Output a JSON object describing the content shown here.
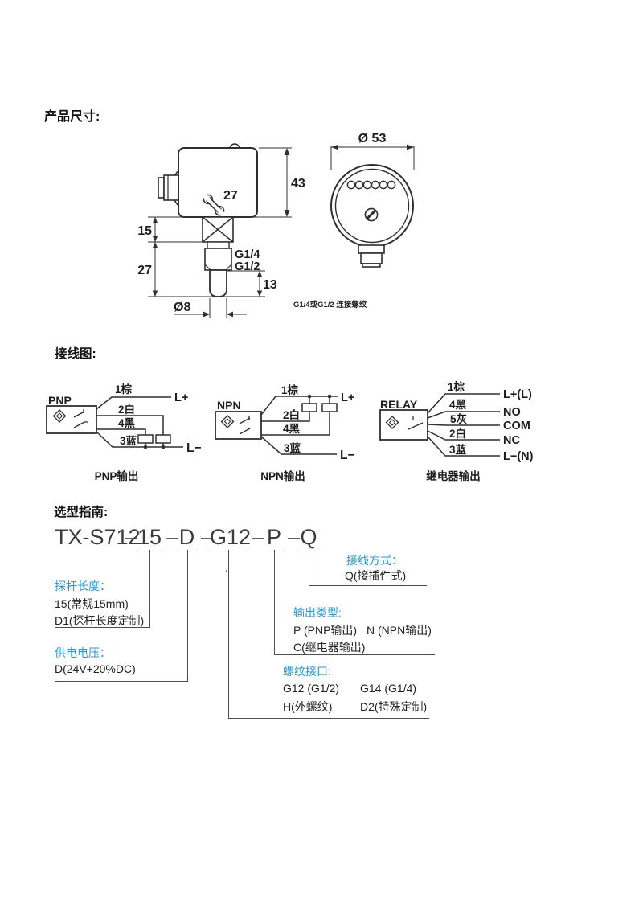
{
  "headings": {
    "dimensions": "产品尺寸:",
    "wiring": "接线图:",
    "selection": "选型指南:"
  },
  "dims": {
    "body_height": "43",
    "wrench_size": "27",
    "nut_height": "15",
    "thread_length": "27",
    "tip_length": "13",
    "probe_diameter": "Ø8",
    "thread_a": "G1/4",
    "thread_b": "G1/2",
    "face_diameter": "Ø 53",
    "thread_note": "G1/4或G1/2 连接螺纹"
  },
  "wiring": {
    "pnp": {
      "device": "PNP",
      "caption": "PNP输出",
      "w1": "1棕",
      "w2": "2白",
      "w3": "4黑",
      "w4": "3蓝",
      "t_plus": "L+",
      "t_minus": "L−"
    },
    "npn": {
      "device": "NPN",
      "caption": "NPN输出",
      "w1": "1棕",
      "w2": "2白",
      "w3": "4黑",
      "w4": "3蓝",
      "t_plus": "L+",
      "t_minus": "L−"
    },
    "relay": {
      "device": "RELAY",
      "caption": "继电器输出",
      "w1": "1棕",
      "w2": "4黑",
      "w3": "5灰",
      "w4": "2白",
      "w5": "3蓝",
      "t1": "L+(L)",
      "t2": "NO",
      "t3": "COM",
      "t4": "NC",
      "t5": "L−(N)"
    }
  },
  "selection": {
    "model": "TX-S712",
    "dash": "–",
    "codes": {
      "probe": "15",
      "voltage": "D",
      "thread": "G12",
      "output": "P",
      "connection": "Q"
    },
    "stray_dot": ".",
    "probe_length": {
      "label": "探杆长度：",
      "opt1": "15(常规15mm)",
      "opt2": "D1(探杆长度定制)"
    },
    "supply_voltage": {
      "label": "供电电压：",
      "opt1": "D(24V+20%DC)"
    },
    "connection_mode": {
      "label": "接线方式：",
      "opt1": "Q(接插件式)"
    },
    "output_type": {
      "label": "输出类型:",
      "opt1": "P (PNP输出)",
      "opt2": "N (NPN输出)",
      "opt3": "C(继电器输出)"
    },
    "thread_port": {
      "label": "螺纹接口:",
      "opt1": "G12 (G1/2)",
      "opt2": "G14 (G1/4)",
      "opt3": "H(外螺纹)",
      "opt4": "D2(特殊定制)"
    }
  },
  "colors": {
    "accent_blue": "#2598d4",
    "drawing_ink": "#2f2f2f",
    "tree_line": "#4d4d4d"
  }
}
